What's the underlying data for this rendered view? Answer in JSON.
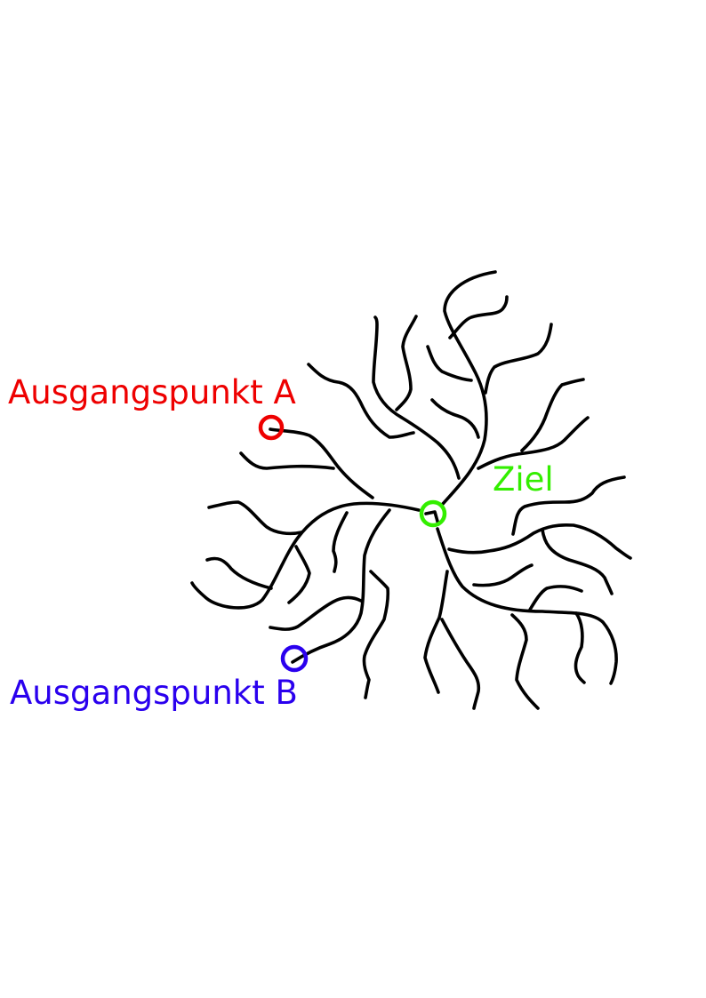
{
  "labels": {
    "start_a": "Ausgangspunkt A",
    "start_b": "Ausgangspunkt B",
    "goal": "Ziel"
  },
  "colors": {
    "start_a": "#ee0000",
    "start_b": "#2a00ee",
    "goal": "#33ee00",
    "branches": "#000000"
  }
}
